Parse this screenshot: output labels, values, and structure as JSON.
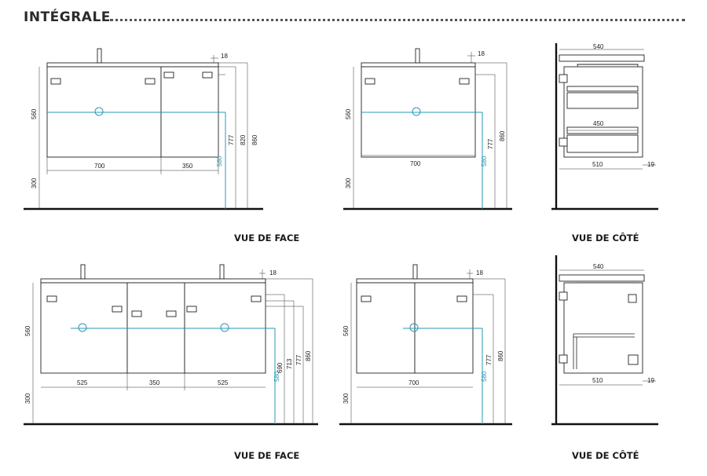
{
  "title": "INTÉGRALE",
  "captions": {
    "top_front": "VUE DE FACE",
    "top_side": "VUE DE CÔTÉ",
    "bottom_front": "VUE DE FACE",
    "bottom_side": "VUE DE CÔTÉ"
  },
  "dims": {
    "v560": "560",
    "v300": "300",
    "v580": "580",
    "v690": "690",
    "v713": "713",
    "v777": "777",
    "v820": "820",
    "v860": "860",
    "h18": "18",
    "h19": "19",
    "h350": "350",
    "h450": "450",
    "h510": "510",
    "h525": "525",
    "h540": "540",
    "h700": "700"
  }
}
